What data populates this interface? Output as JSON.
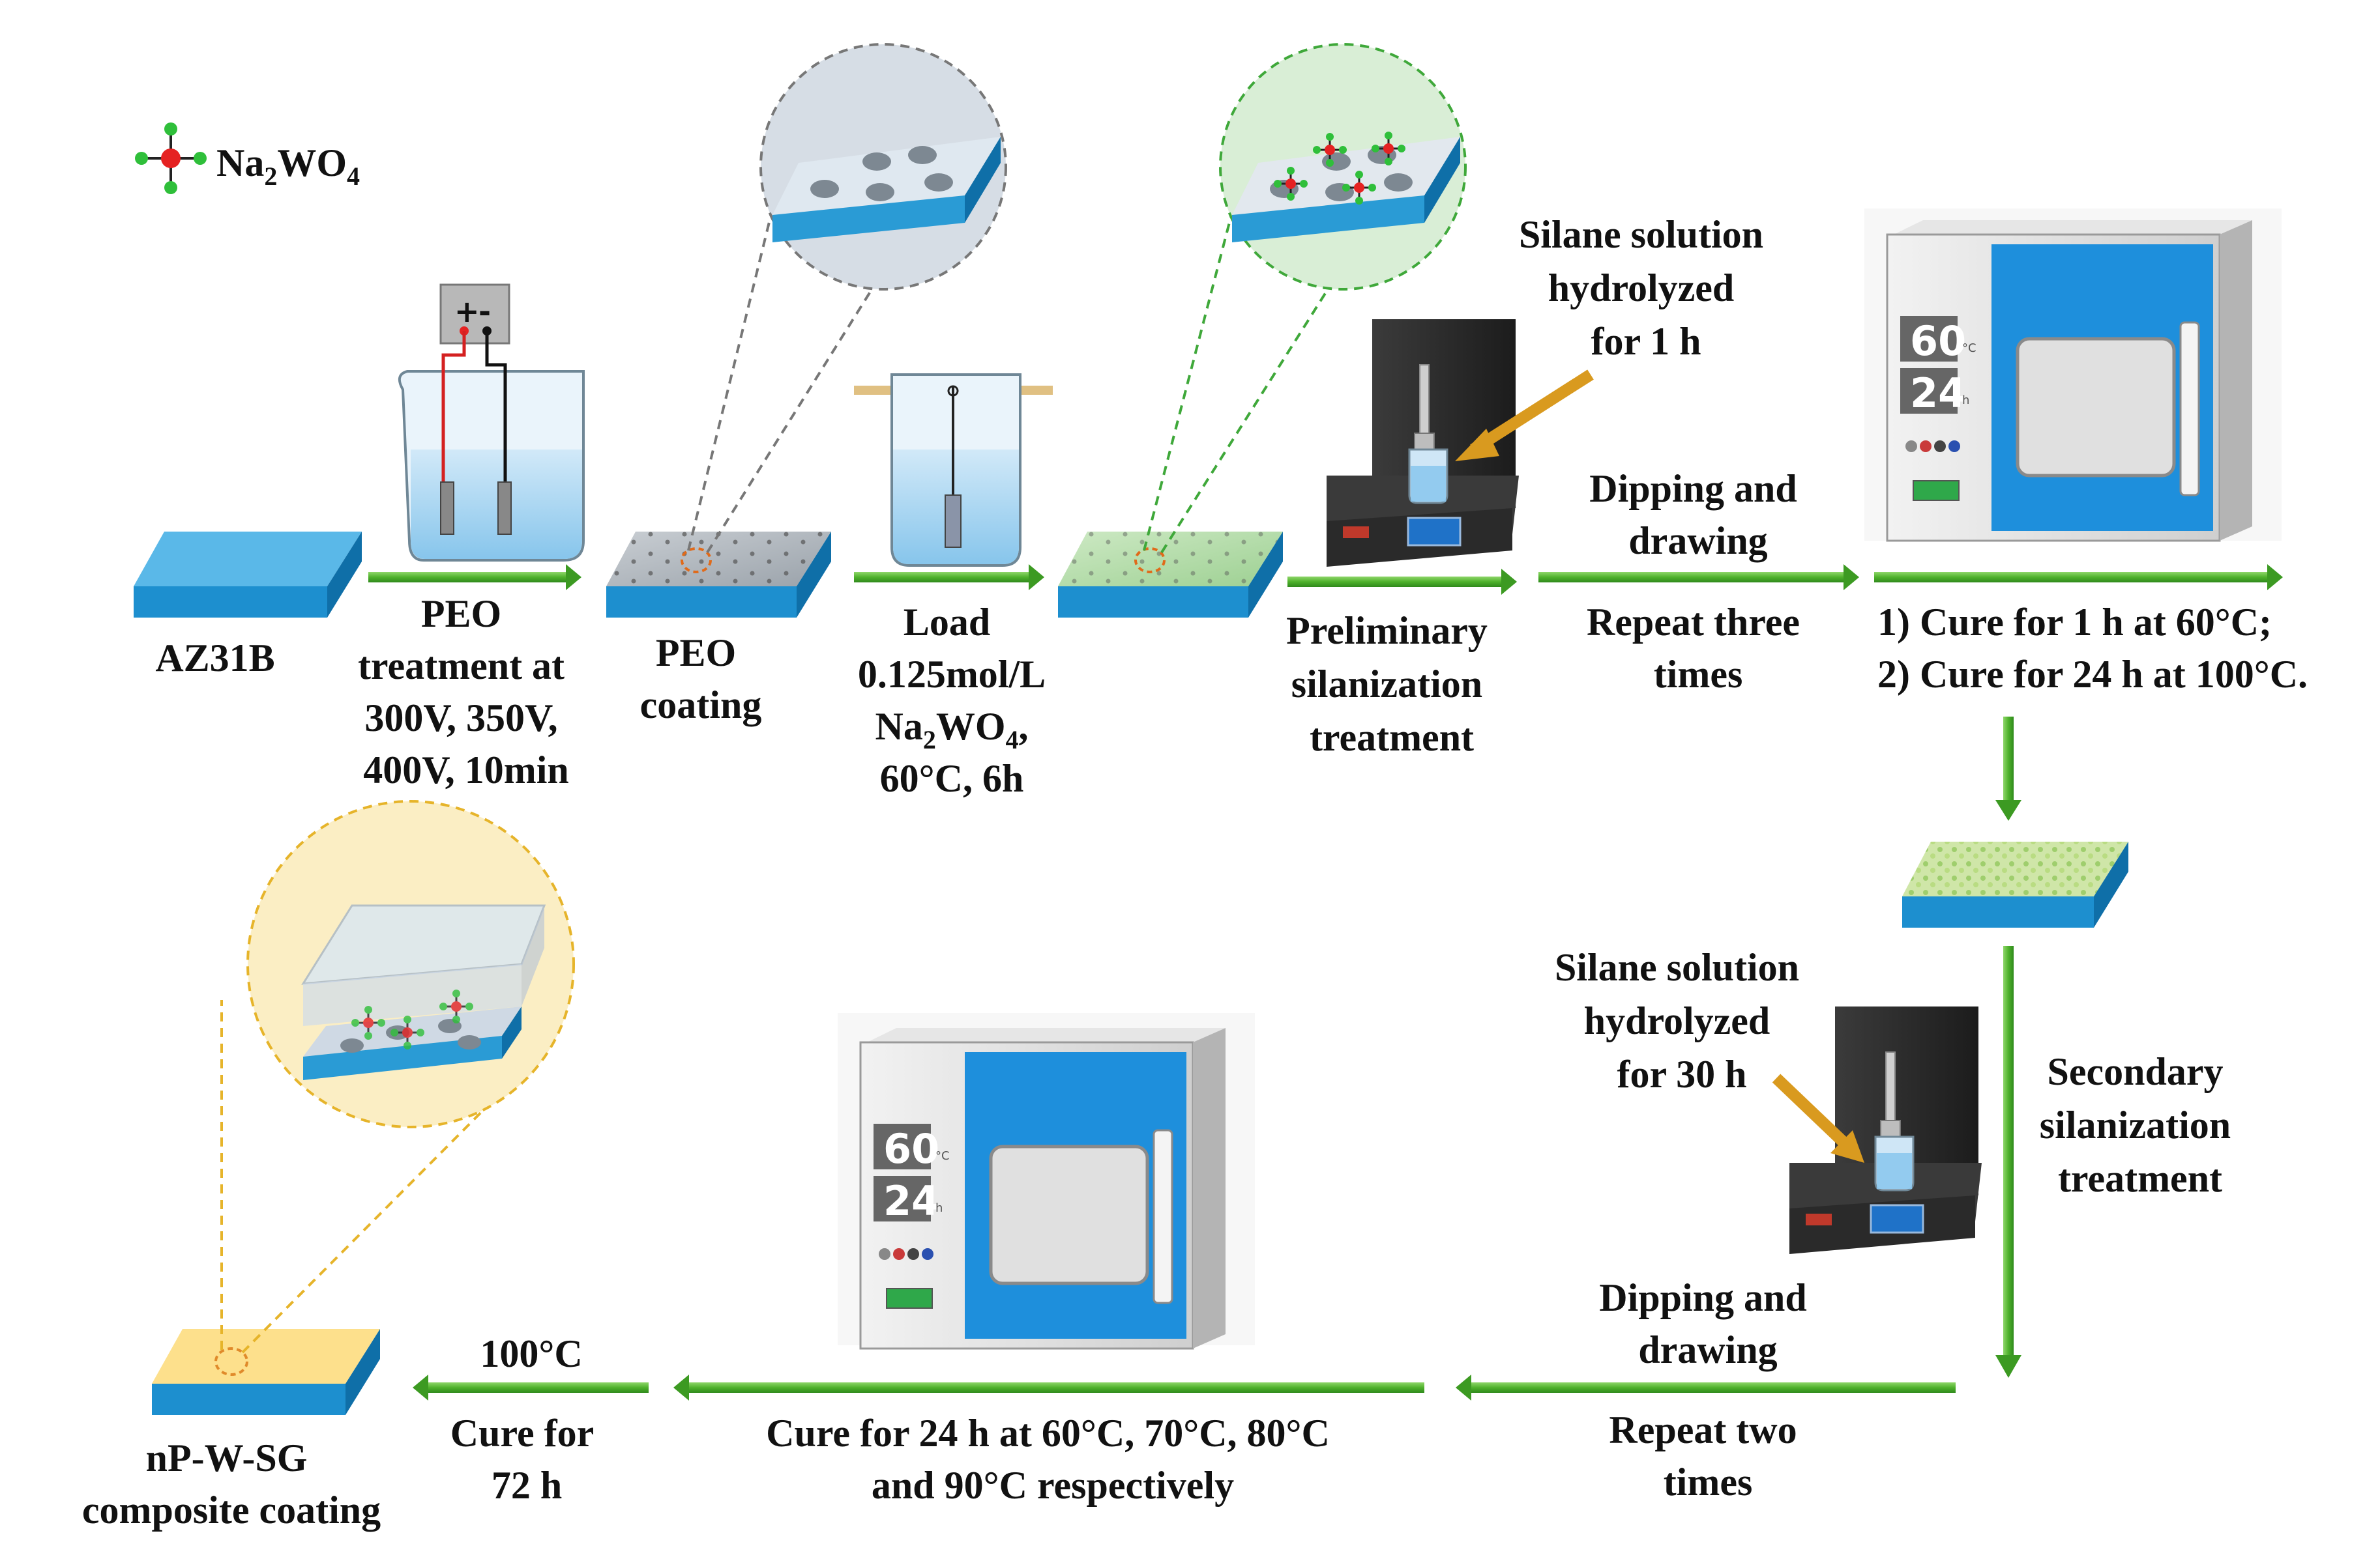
{
  "legend": {
    "formula_base": "Na",
    "sub1": "2",
    "formula_mid": "WO",
    "sub2": "4"
  },
  "steps": {
    "substrate": "AZ31B",
    "peo_treatment": [
      "PEO",
      "treatment at",
      "300V, 350V,",
      "400V, 10min"
    ],
    "peo_coating": [
      "PEO",
      "coating"
    ],
    "load": {
      "line1": "Load",
      "line2": "0.125mol/L",
      "line3_base": "Na",
      "line3_sub1": "2",
      "line3_mid": "WO",
      "line3_sub2": "4",
      "line3_end": ",",
      "line4": "60°C, 6h"
    },
    "silane1": [
      "Silane solution",
      "hydrolyzed",
      "for 1 h"
    ],
    "preliminary": [
      "Preliminary",
      "silanization",
      "treatment"
    ],
    "dip1_top": [
      "Dipping and",
      "drawing"
    ],
    "dip1_bottom": [
      "Repeat three",
      "times"
    ],
    "cure1": [
      "1) Cure for 1 h at 60°C;",
      "2) Cure for 24 h at 100°C."
    ],
    "silane2": [
      "Silane solution",
      "hydrolyzed",
      "for 30 h"
    ],
    "secondary": [
      "Secondary",
      "silanization",
      "treatment"
    ],
    "dip2_top": [
      "Dipping and",
      "drawing"
    ],
    "dip2_bottom": [
      "Repeat two",
      "times"
    ],
    "cure2": [
      "Cure for 24 h at 60°C, 70°C, 80°C",
      "and 90°C respectively"
    ],
    "cure3_top": "100°C",
    "cure3_bottom": [
      "Cure for",
      "72 h"
    ],
    "final": [
      "nP-W-SG",
      "composite coating"
    ]
  },
  "oven": {
    "temp": "60",
    "time": "24",
    "temp_unit": "°C",
    "time_unit": "h"
  },
  "power_supply": {
    "plus": "+",
    "minus": "-"
  },
  "colors": {
    "arrow_green": "#4caf2a",
    "plate_blue": "#2e9fd8",
    "plate_top": "#54b4e6",
    "oven_blue": "#1e8fdc",
    "callout_arrow": "#d99a1f",
    "gray_bubble": "#d5dde6",
    "green_bubble": "#d7ecd4",
    "yellow_bubble": "#fbeec4",
    "final_plate": "#fde08c"
  }
}
